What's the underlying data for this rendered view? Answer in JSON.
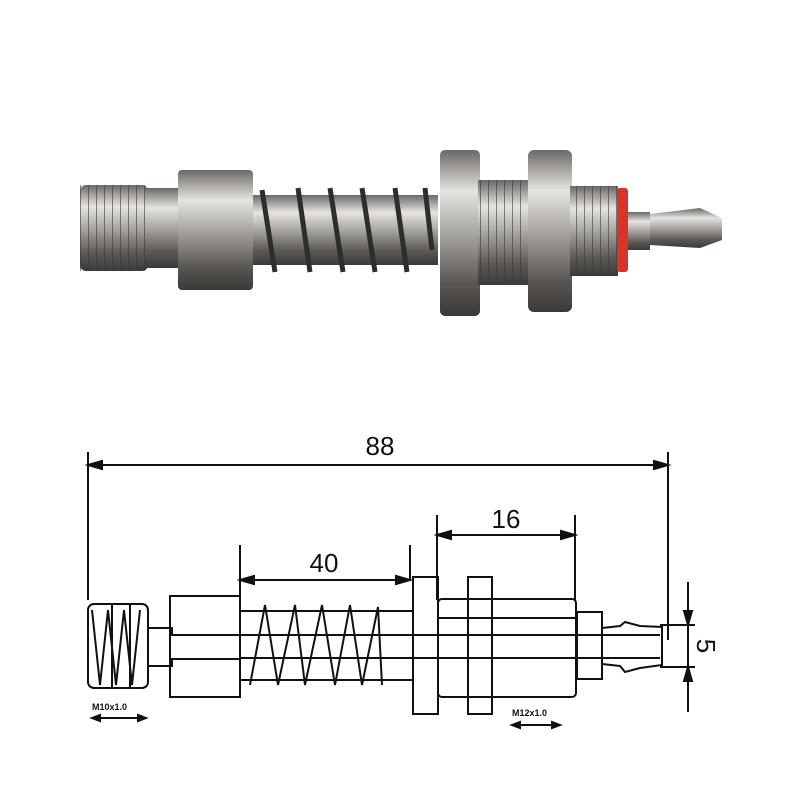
{
  "drawing": {
    "overall_length": "88",
    "spring_stroke": "40",
    "body_thread_length": "16",
    "barb_diameter": "5",
    "left_thread": "M10x1.0",
    "right_thread": "M12x1.0"
  },
  "colors": {
    "metal": "#b9b6b2",
    "dark": "#4a4846",
    "oring": "#d8352a",
    "line": "#111111"
  }
}
